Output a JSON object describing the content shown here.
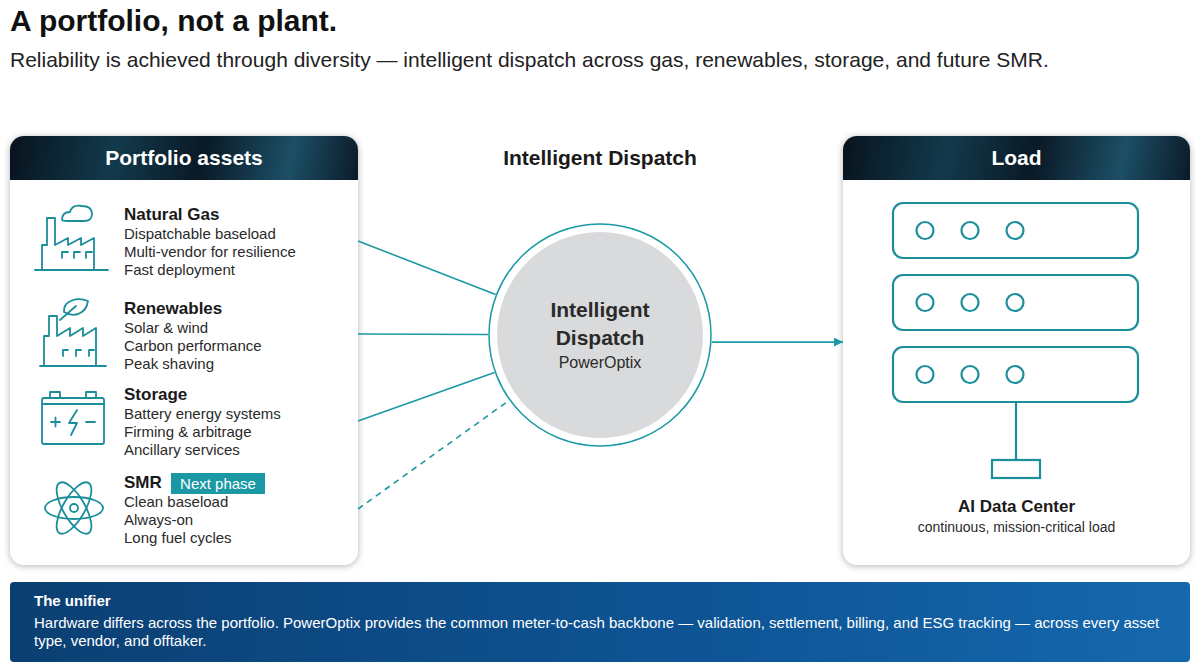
{
  "diagram": {
    "title": "A portfolio, not a plant.",
    "caption": "Reliability is achieved through diversity — intelligent dispatch across gas, renewables, storage, and future SMR.",
    "nodes": [
      {
        "text": [
          "Portfolio assets"
        ]
      },
      {
        "text": [
          "Natural Gas",
          "Dispatchable baseload",
          "Multi-vendor for resilience",
          "Fast deployment"
        ],
        "in": 0
      },
      {
        "text": [
          "Renewables",
          "Solar & wind",
          "Carbon performance",
          "Peak shaving"
        ],
        "in": 0
      },
      {
        "text": [
          "Storage",
          "Battery energy systems",
          "Firming & arbitrage",
          "Ancillary services"
        ],
        "in": 0
      },
      {
        "text": [
          "SMR",
          "Clean baseload",
          "Always-on",
          "Long fuel cycles"
        ],
        "in": 0
      },
      {
        "text": [
          "Next phase"
        ],
        "in": 4
      },
      {
        "text": [
          "Intelligent Dispatch",
          "PowerOptix"
        ]
      },
      {
        "text": [
          "Load"
        ]
      },
      {
        "text": [
          "AI Data Center",
          "continuous, mission-critical load"
        ],
        "in": 7
      },
      {
        "text": [
          "The unifier",
          "Hardware differs across the portfolio. PowerOptix provides the common meter-to-cash backbone — validation, settlement, billing, and ESG tracking — across every asset type, vendor, and offtaker."
        ]
      }
    ],
    "edges": [
      {
        "from": 1,
        "to": 6,
        "arrow": "none"
      },
      {
        "from": 2,
        "to": 6,
        "arrow": "none"
      },
      {
        "from": 3,
        "to": 6,
        "arrow": "none"
      },
      {
        "from": 4,
        "to": 6,
        "arrow": "none"
      },
      {
        "from": 6,
        "to": 7,
        "arrow": "to"
      }
    ],
    "labels": [
      "Intelligent Dispatch"
    ]
  }
}
